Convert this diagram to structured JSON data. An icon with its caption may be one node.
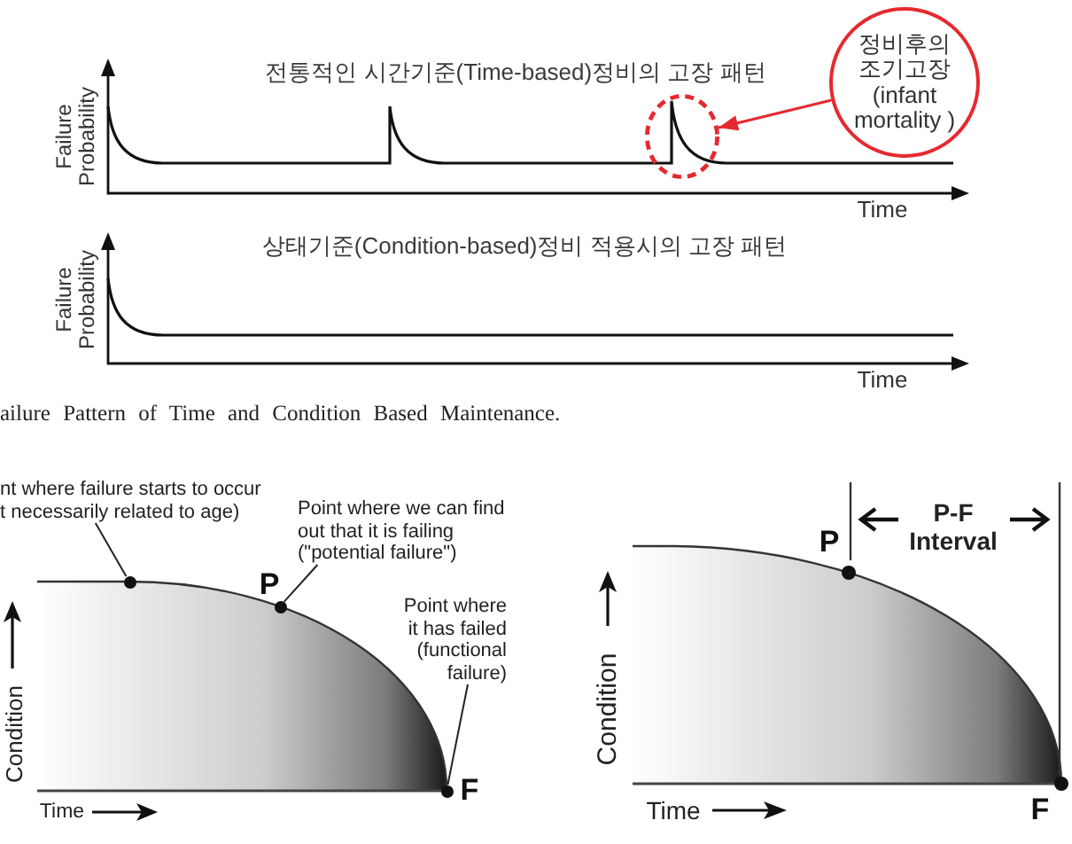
{
  "diagram": {
    "caption": "ailure Pattern of Time and Condition Based Maintenance.",
    "nodes": [
      {
        "text": [
          "정비후의 조기고장 (infant mortality )"
        ]
      },
      {
        "text": [],
        "shape": "circle"
      },
      {
        "text": [
          "nt where failure starts to occur t necessarily related to age)"
        ]
      },
      {
        "text": [],
        "shape": "circle"
      },
      {
        "text": [
          "Point where we can find out that it is failing (\"potential failure\")"
        ]
      },
      {
        "text": [],
        "shape": "circle",
        "beside": [
          "P"
        ]
      },
      {
        "text": [
          "Point where it has failed (functional failure)"
        ]
      },
      {
        "text": [],
        "shape": "circle",
        "beside": [
          "F"
        ]
      }
    ],
    "edges": [
      {
        "from": 0,
        "to": 1,
        "arrow": "to",
        "color": "#e52a2f"
      },
      {
        "from": 2,
        "to": 3,
        "arrow": "none"
      },
      {
        "from": 4,
        "to": 5,
        "arrow": "none"
      },
      {
        "from": 6,
        "to": 7,
        "arrow": "none"
      }
    ],
    "labels": [
      "전통적인 시간기준(Time-based)정비의 고장 패턴",
      "Failure Probability",
      "Time",
      "상태기준(Condition-based)정비 적용시의 고장 패턴",
      "Failure Probability",
      "Time",
      "Condition",
      "Time",
      "P",
      "P-F Interval",
      "Condition",
      "Time",
      "F"
    ]
  }
}
